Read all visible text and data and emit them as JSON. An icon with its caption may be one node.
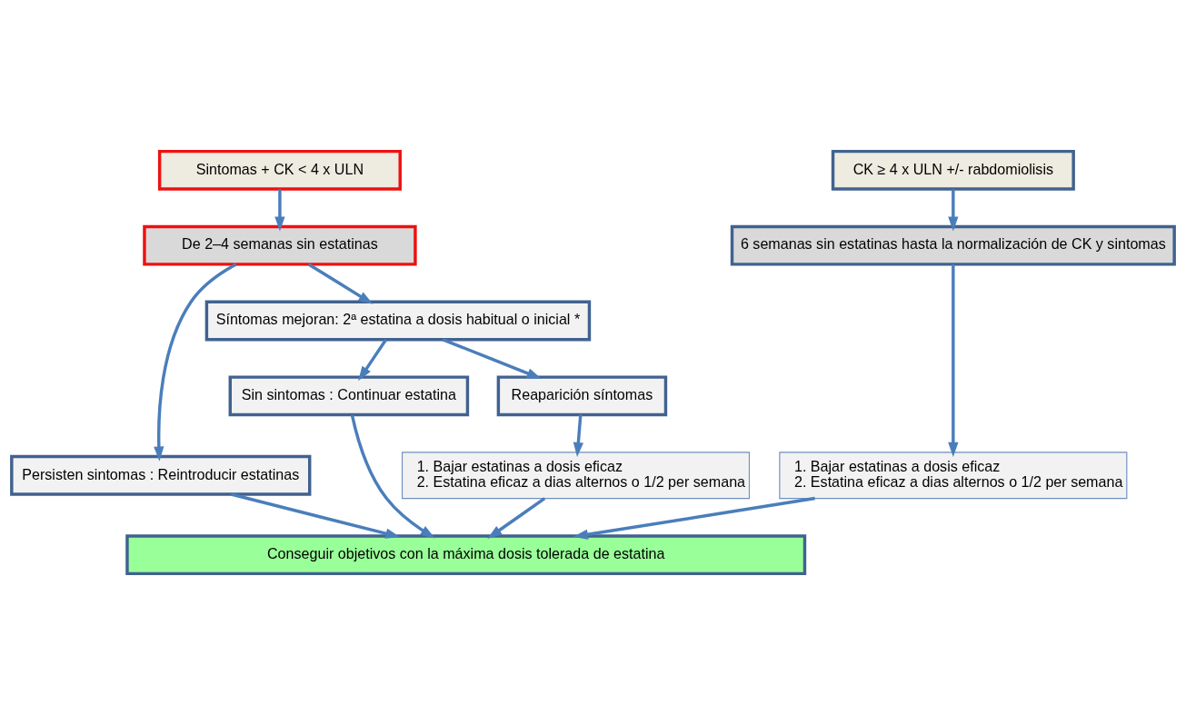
{
  "diagram": {
    "nodes": [
      {
        "text": [
          "Sintomas + CK < 4 x ULN"
        ]
      },
      {
        "text": [
          "De 2–4 semanas sin estatinas"
        ]
      },
      {
        "text": [
          "Persisten sintomas : Reintroducir estatinas"
        ]
      },
      {
        "text": [
          "Síntomas mejoran: 2ª estatina a dosis habitual o inicial *"
        ]
      },
      {
        "text": [
          "Sin sintomas : Continuar estatina"
        ]
      },
      {
        "text": [
          "Reaparición síntomas"
        ]
      },
      {
        "text": [
          "1. Bajar estatinas a dosis eficaz",
          "2. Estatina eficaz a dias alternos o 1/2 per semana"
        ]
      },
      {
        "text": [
          "CK ≥ 4 x ULN +/- rabdomiolisis"
        ]
      },
      {
        "text": [
          "6 semanas sin estatinas hasta la normalización de CK y sintomas"
        ]
      },
      {
        "text": [
          "1. Bajar estatinas a dosis eficaz",
          "2. Estatina eficaz a dias alternos o 1/2 per semana"
        ]
      },
      {
        "text": [
          "Conseguir objetivos con la máxima dosis tolerada de estatina"
        ]
      }
    ],
    "edges": [
      {
        "from": 0,
        "to": 1,
        "arrow": "to"
      },
      {
        "from": 1,
        "to": 2,
        "arrow": "to"
      },
      {
        "from": 1,
        "to": 3,
        "arrow": "to"
      },
      {
        "from": 3,
        "to": 4,
        "arrow": "to"
      },
      {
        "from": 3,
        "to": 5,
        "arrow": "to"
      },
      {
        "from": 5,
        "to": 6,
        "arrow": "to"
      },
      {
        "from": 2,
        "to": 10,
        "arrow": "to"
      },
      {
        "from": 4,
        "to": 10,
        "arrow": "to"
      },
      {
        "from": 6,
        "to": 10,
        "arrow": "to"
      },
      {
        "from": 7,
        "to": 8,
        "arrow": "to"
      },
      {
        "from": 8,
        "to": 9,
        "arrow": "to"
      },
      {
        "from": 9,
        "to": 10,
        "arrow": "to"
      }
    ]
  }
}
